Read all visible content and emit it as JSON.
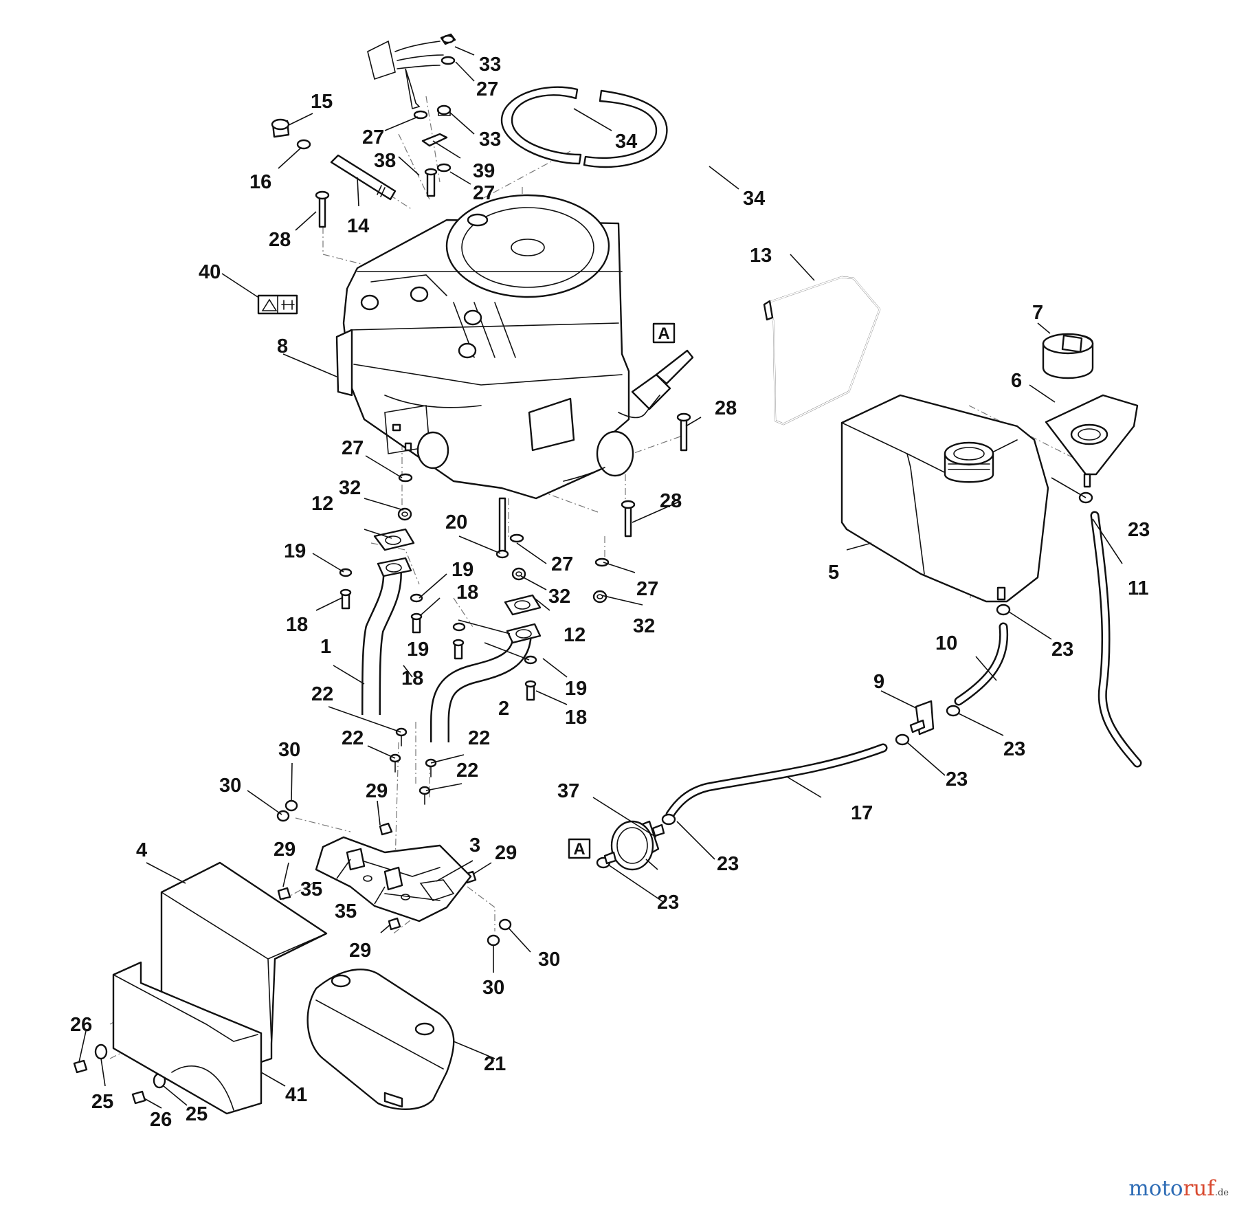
{
  "diagram": {
    "labels": [
      "1",
      "2",
      "3",
      "4",
      "5",
      "6",
      "7",
      "8",
      "9",
      "10",
      "11",
      "12",
      "13",
      "14",
      "15",
      "16",
      "17",
      "18",
      "19",
      "20",
      "21",
      "22",
      "23",
      "25",
      "26",
      "27",
      "28",
      "29",
      "30",
      "32",
      "33",
      "34",
      "35",
      "37",
      "38",
      "39",
      "40",
      "41"
    ],
    "connector_label": "A"
  },
  "watermark": {
    "part1": "moto",
    "part2": "ruf",
    "part3": ".de"
  }
}
